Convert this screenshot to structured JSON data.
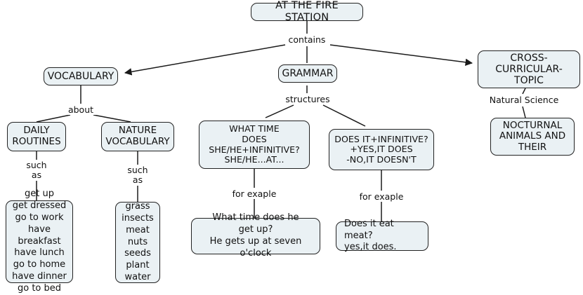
{
  "diagram": {
    "title": "AT THE FIRE STATION",
    "type": "concept-map",
    "nodes": {
      "root": "AT THE FIRE STATION",
      "vocabulary": "VOCABULARY",
      "grammar": "GRAMMAR",
      "cross_topic": "CROSS-CURRICULAR-\nTOPIC",
      "daily_routines": "DAILY\nROUTINES",
      "nature_vocabulary": "NATURE\nVOCABULARY",
      "nocturnal": "NOCTURNAL\nANIMALS AND\nTHEIR",
      "structure_what_time": "WHAT TIME\nDOES\nSHE/HE+INFINITIVE?\nSHE/HE...AT...",
      "structure_does_it": "DOES IT+INFINITIVE?\n+YES,IT DOES\n-NO,IT DOESN'T",
      "routines_list": "get up\nget dressed\ngo to work\nhave breakfast\nhave lunch\ngo to home\nhave dinner\ngo to bed",
      "nature_list": "grass\ninsects\nmeat\nnuts\nseeds\nplant\nwater",
      "example_what_time": "What time does he\nget up?\nHe gets up at seven o'clock",
      "example_does_it": "Does it eat meat?\nyes,it does."
    },
    "link_labels": {
      "contains": "contains",
      "about": "about",
      "structures": "structures",
      "such_as_routines": "such\nas",
      "such_as_nature": "such\nas",
      "for_example_what_time": "for exaple",
      "for_example_does_it": "for exaple",
      "natural_science": "Natural Science"
    },
    "colors": {
      "node_fill": "#eaf1f4",
      "node_border": "#222222",
      "link": "#1a1a1a",
      "text": "#111111",
      "background": "#ffffff"
    }
  }
}
